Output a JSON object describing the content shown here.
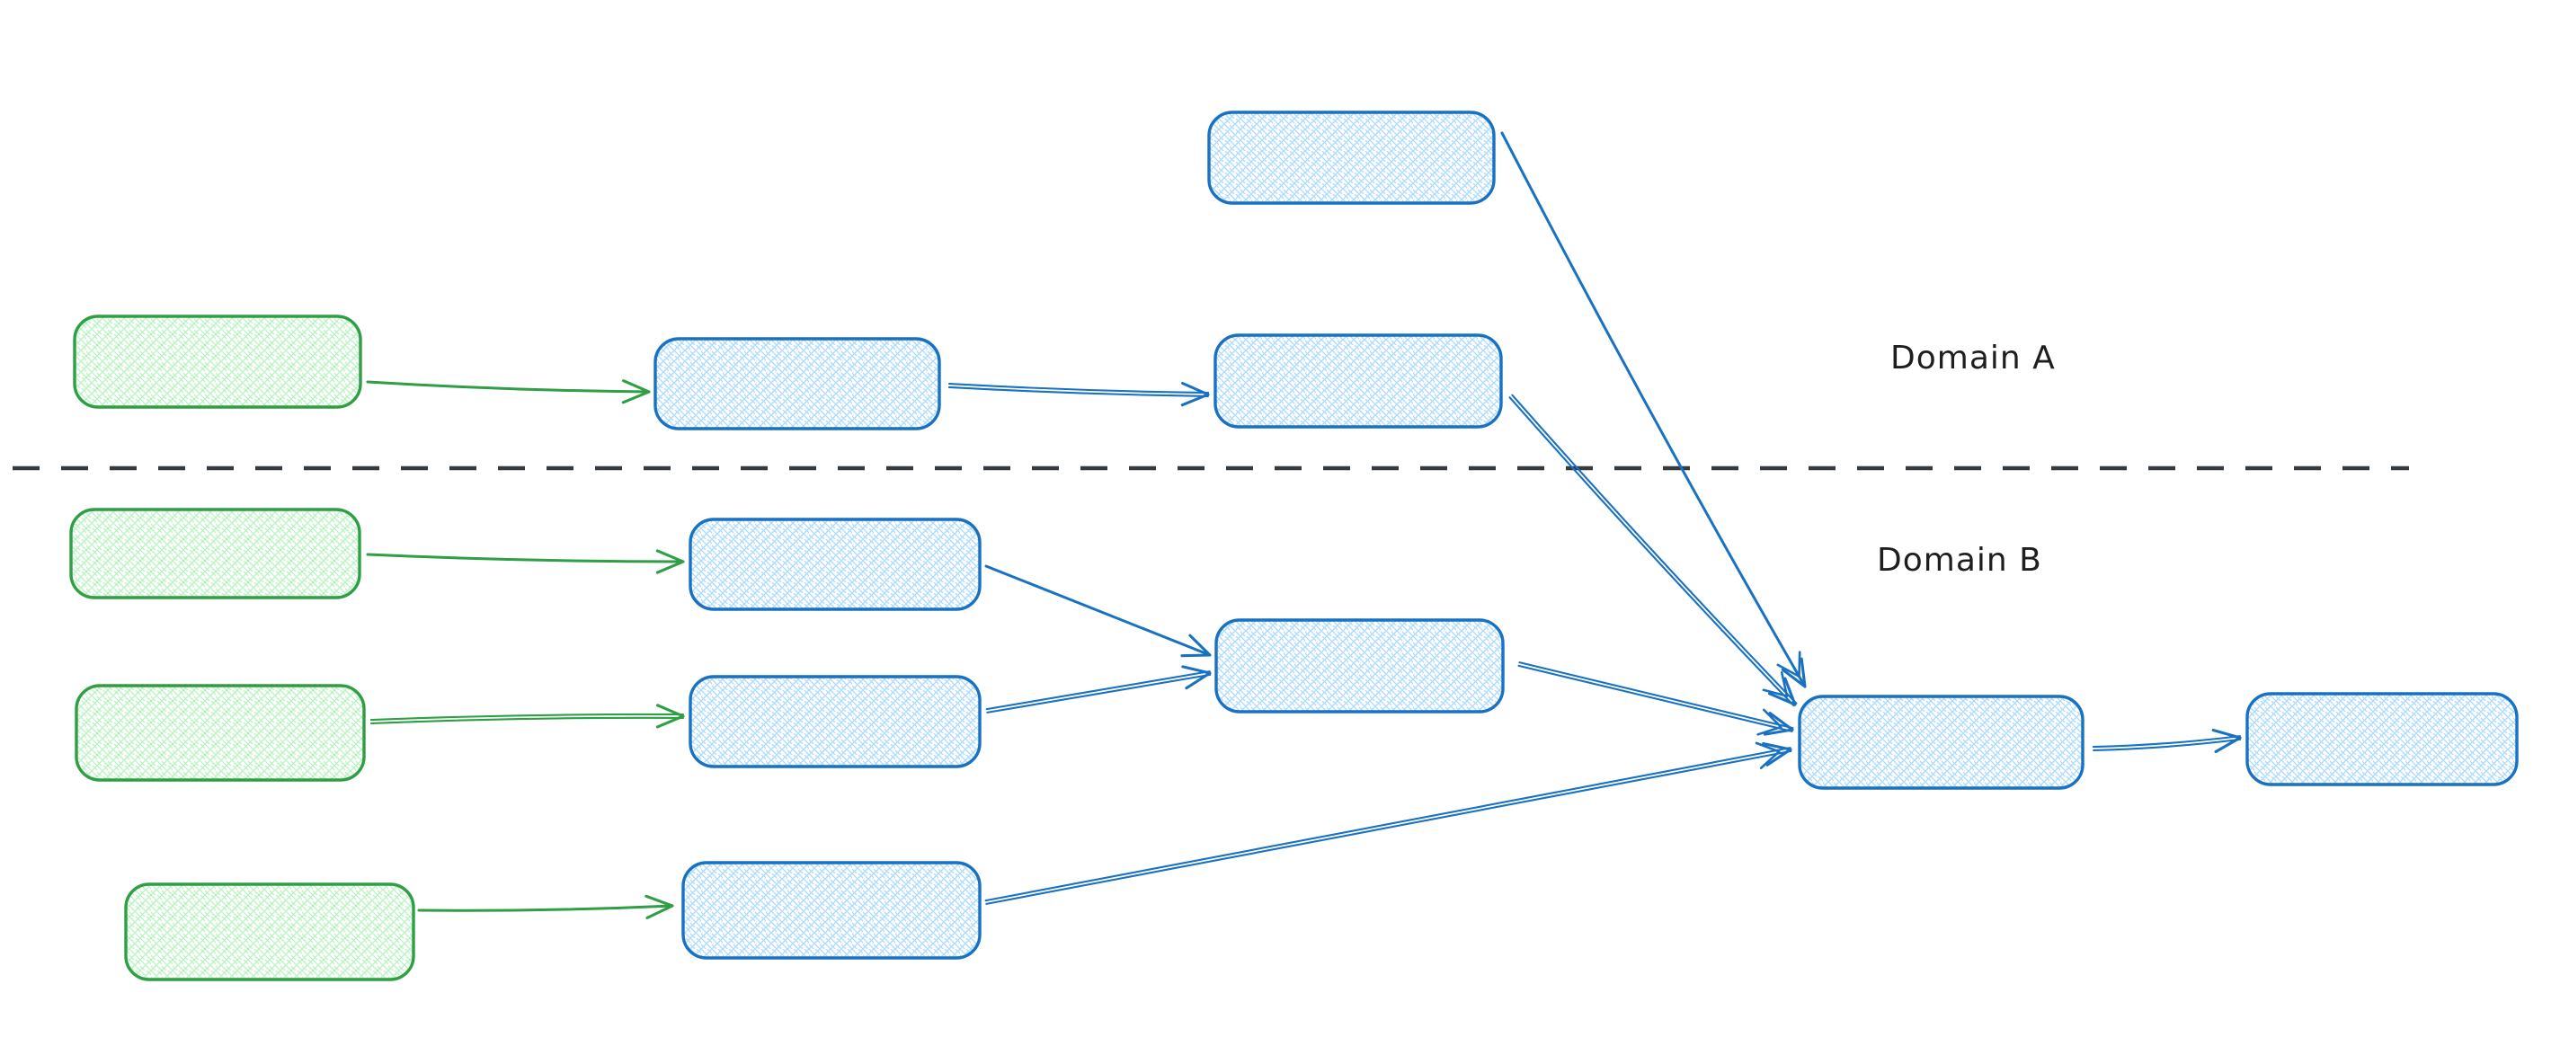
{
  "diagram": {
    "type": "flow-diagram",
    "labels": {
      "domain_a": "Domain A",
      "domain_b": "Domain B"
    },
    "colors": {
      "background": "#ffffff",
      "blue_stroke": "#1971c2",
      "blue_fill": "#a5d8ff",
      "green_stroke": "#2f9e44",
      "green_fill": "#b2f2bb",
      "divider": "#343a40",
      "ink": "#1e1e1e"
    },
    "nodes": [
      {
        "id": "top-blue",
        "domain": "A",
        "color": "blue"
      },
      {
        "id": "a-green",
        "domain": "A",
        "color": "green"
      },
      {
        "id": "a-blue-1",
        "domain": "A",
        "color": "blue"
      },
      {
        "id": "a-blue-2",
        "domain": "A",
        "color": "blue"
      },
      {
        "id": "b-green-1",
        "domain": "B",
        "color": "green"
      },
      {
        "id": "b-blue-1",
        "domain": "B",
        "color": "blue"
      },
      {
        "id": "b-green-2",
        "domain": "B",
        "color": "green"
      },
      {
        "id": "b-blue-2",
        "domain": "B",
        "color": "blue"
      },
      {
        "id": "b-mid",
        "domain": "B",
        "color": "blue"
      },
      {
        "id": "b-green-3",
        "domain": "B",
        "color": "green"
      },
      {
        "id": "b-blue-3",
        "domain": "B",
        "color": "blue"
      },
      {
        "id": "b-hub",
        "domain": "B",
        "color": "blue"
      },
      {
        "id": "b-end",
        "domain": "B",
        "color": "blue"
      }
    ],
    "edges": [
      {
        "from": "a-green",
        "to": "a-blue-1",
        "color": "green"
      },
      {
        "from": "a-blue-1",
        "to": "a-blue-2",
        "color": "blue"
      },
      {
        "from": "top-blue",
        "to": "b-hub",
        "color": "blue"
      },
      {
        "from": "a-blue-2",
        "to": "b-hub",
        "color": "blue"
      },
      {
        "from": "b-green-1",
        "to": "b-blue-1",
        "color": "green"
      },
      {
        "from": "b-green-2",
        "to": "b-blue-2",
        "color": "green"
      },
      {
        "from": "b-green-3",
        "to": "b-blue-3",
        "color": "green"
      },
      {
        "from": "b-blue-1",
        "to": "b-mid",
        "color": "blue"
      },
      {
        "from": "b-blue-2",
        "to": "b-mid",
        "color": "blue"
      },
      {
        "from": "b-mid",
        "to": "b-hub",
        "color": "blue"
      },
      {
        "from": "b-blue-3",
        "to": "b-hub",
        "color": "blue"
      },
      {
        "from": "b-hub",
        "to": "b-end",
        "color": "blue"
      }
    ],
    "divider": {
      "orientation": "horizontal",
      "style": "dashed"
    }
  }
}
